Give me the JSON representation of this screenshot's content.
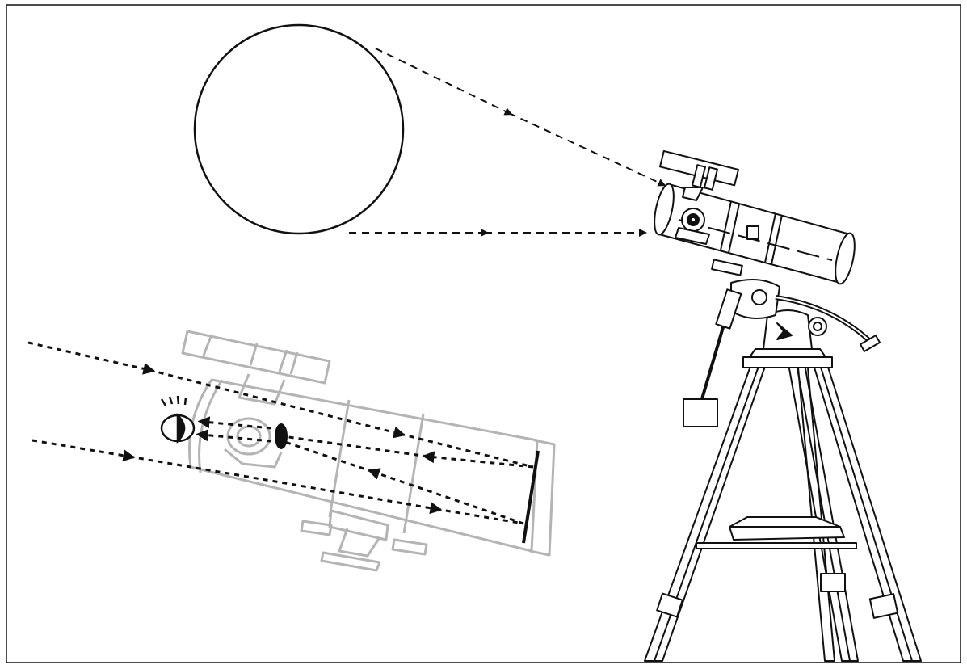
{
  "diagram": {
    "colors": {
      "ink": "#111111",
      "ghost": "#b4b4b4",
      "background": "#ffffff"
    },
    "objects": [
      "target-circle",
      "telescope-on-tripod",
      "cutaway-reflector-tube",
      "eye-icon",
      "light-ray-arrows"
    ]
  }
}
